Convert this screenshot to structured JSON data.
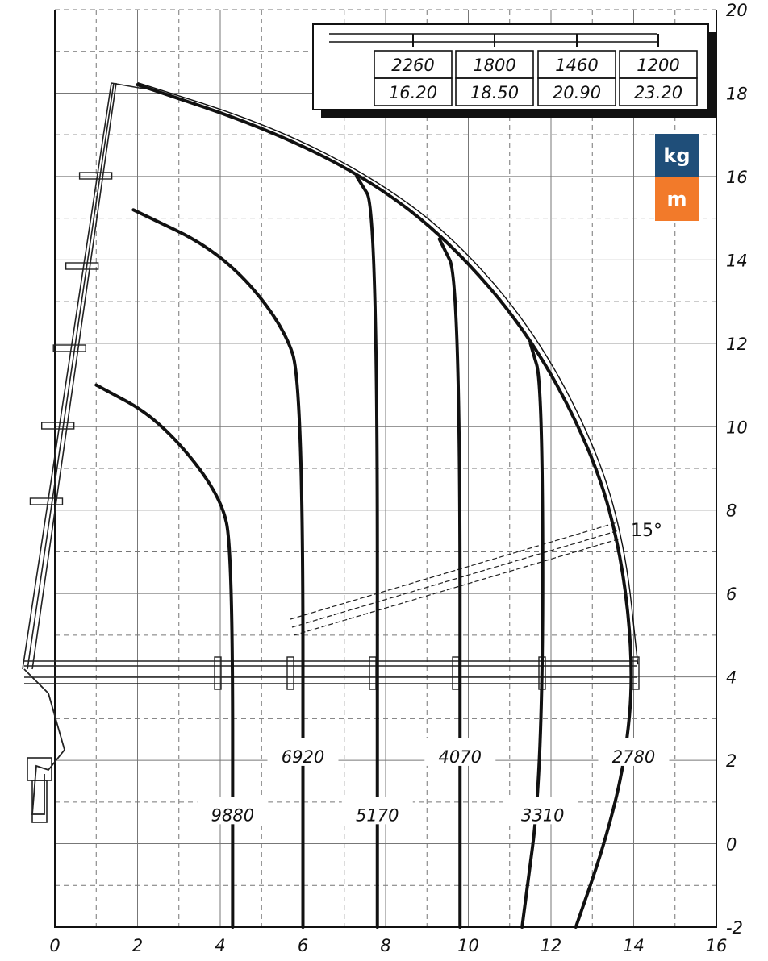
{
  "chart_data": {
    "type": "line",
    "xlim": [
      0,
      16
    ],
    "ylim": [
      -2,
      20
    ],
    "x_ticks": [
      "0",
      "2",
      "4",
      "6",
      "8",
      "10",
      "12",
      "14",
      "16"
    ],
    "y_ticks": [
      "-2",
      "0",
      "2",
      "4",
      "6",
      "8",
      "10",
      "12",
      "14",
      "16",
      "18",
      "20"
    ],
    "grid": true,
    "legend": "top-right",
    "load_table": {
      "capacities": [
        "2260",
        "1800",
        "1460",
        "1200"
      ],
      "reaches": [
        "16.20",
        "18.50",
        "20.90",
        "23.20"
      ]
    },
    "curves": [
      {
        "capacity": "9880",
        "vertical_x": 4.3,
        "path": [
          [
            1.0,
            11.0
          ],
          [
            2.5,
            10.2
          ],
          [
            4.0,
            8.4
          ],
          [
            4.3,
            7.0
          ],
          [
            4.3,
            -2.0
          ]
        ],
        "label_pos": [
          4.3,
          0.7
        ]
      },
      {
        "capacity": "6920",
        "vertical_x": 6.0,
        "path": [
          [
            1.9,
            15.2
          ],
          [
            4.0,
            14.2
          ],
          [
            5.5,
            12.5
          ],
          [
            6.0,
            11.0
          ],
          [
            6.0,
            -2.0
          ]
        ],
        "label_pos": [
          6.0,
          2.1
        ]
      },
      {
        "capacity": "5170",
        "vertical_x": 7.8,
        "path": [
          [
            7.3,
            16.0
          ],
          [
            7.8,
            15.2
          ],
          [
            7.8,
            -2.0
          ]
        ],
        "label_pos": [
          7.8,
          0.7
        ]
      },
      {
        "capacity": "4070",
        "vertical_x": 9.8,
        "path": [
          [
            9.3,
            14.5
          ],
          [
            9.8,
            13.5
          ],
          [
            9.8,
            -2.0
          ]
        ],
        "label_pos": [
          9.8,
          2.1
        ]
      },
      {
        "capacity": "3310",
        "vertical_x": 11.8,
        "path": [
          [
            11.5,
            12.0
          ],
          [
            11.8,
            11.0
          ],
          [
            11.8,
            1.8
          ],
          [
            11.3,
            -2.0
          ]
        ],
        "label_pos": [
          11.8,
          0.7
        ]
      },
      {
        "capacity": "2780",
        "vertical_x": 14.0,
        "path": [
          [
            2.0,
            18.2
          ],
          [
            5.0,
            17.2
          ],
          [
            7.5,
            16.0
          ],
          [
            9.5,
            14.5
          ],
          [
            11.5,
            12.2
          ],
          [
            13.0,
            9.4
          ],
          [
            13.7,
            7.0
          ],
          [
            14.0,
            4.2
          ],
          [
            13.8,
            2.0
          ],
          [
            13.3,
            0.0
          ],
          [
            12.6,
            -2.0
          ]
        ],
        "label_pos": [
          14.0,
          2.1
        ]
      }
    ],
    "angle_label": "15°"
  },
  "badges": {
    "kg": {
      "label": "kg",
      "color": "#1f4e79"
    },
    "m": {
      "label": "m",
      "color": "#f27a2a"
    }
  },
  "colors": {
    "curve": "#111111",
    "grid": "#777777",
    "frame": "#111111"
  }
}
